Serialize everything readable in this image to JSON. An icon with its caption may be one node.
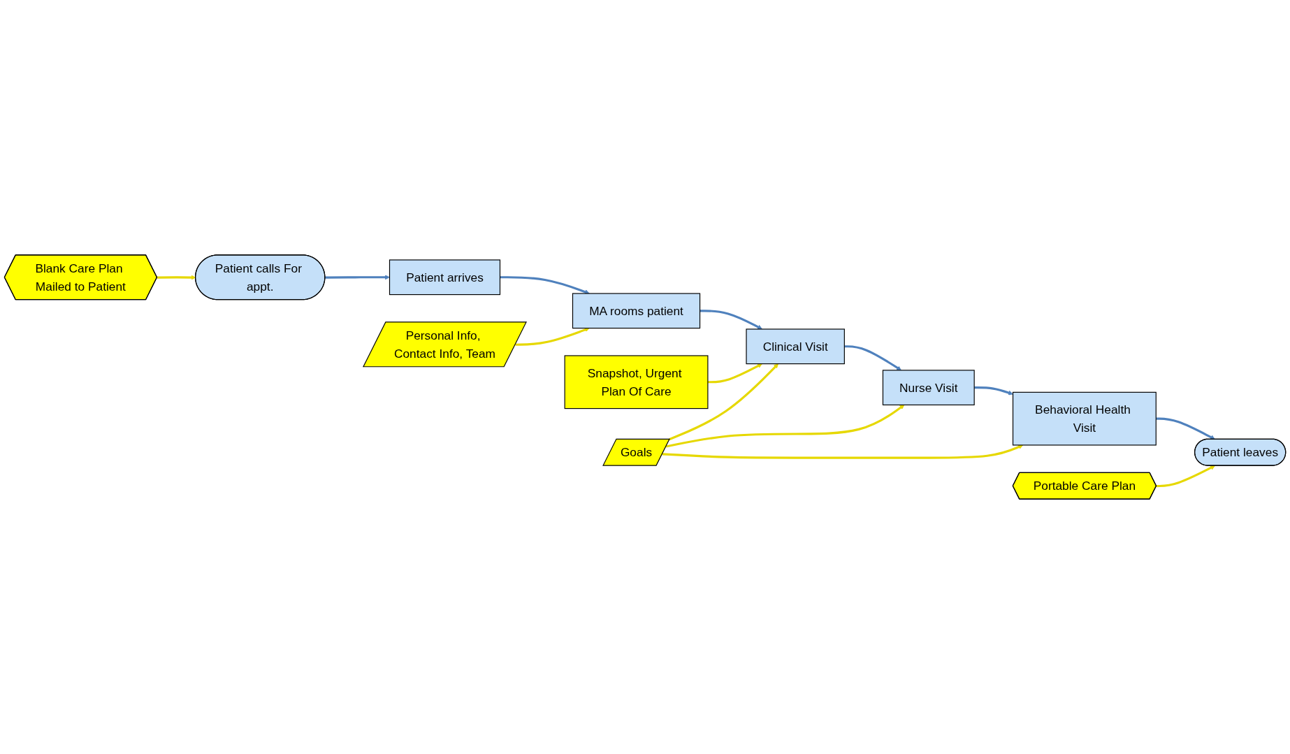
{
  "diagram": {
    "nodes": [
      {
        "text": [
          "Patient calls For appt."
        ]
      },
      {
        "text": [
          "Patient arrives"
        ]
      },
      {
        "text": [
          "MA rooms patient"
        ]
      },
      {
        "text": [
          "Clinical Visit"
        ]
      },
      {
        "text": [
          "Blank Care Plan Mailed to Patient"
        ]
      },
      {
        "text": [
          "Personal Info, Contact Info, Team"
        ]
      },
      {
        "text": [
          "Snapshot, Urgent Plan Of Care"
        ]
      },
      {
        "text": [
          "Nurse Visit"
        ]
      },
      {
        "text": [
          "Goals"
        ]
      },
      {
        "text": [
          "Portable Care Plan"
        ]
      },
      {
        "text": [
          "Patient leaves"
        ]
      },
      {
        "text": [
          "Behavioral Health Visit"
        ]
      }
    ],
    "edges": [
      {
        "from": 0,
        "to": 1,
        "arrow": "to",
        "color": "#4f81bd"
      },
      {
        "from": 1,
        "to": 2,
        "arrow": "to",
        "color": "#4f81bd"
      },
      {
        "from": 2,
        "to": 3,
        "arrow": "to",
        "color": "#4f81bd"
      },
      {
        "from": 3,
        "to": 7,
        "arrow": "to",
        "color": "#4f81bd"
      },
      {
        "from": 7,
        "to": 11,
        "arrow": "to",
        "color": "#4f81bd"
      },
      {
        "from": 11,
        "to": 10,
        "arrow": "to",
        "color": "#4f81bd"
      },
      {
        "from": 4,
        "to": 0,
        "arrow": "to"
      },
      {
        "from": 5,
        "to": 2,
        "arrow": "to"
      },
      {
        "from": 6,
        "to": 3,
        "arrow": "to"
      },
      {
        "from": 8,
        "to": 3,
        "arrow": "to"
      },
      {
        "from": 8,
        "to": 7,
        "arrow": "to"
      },
      {
        "from": 8,
        "to": 11,
        "arrow": "to"
      },
      {
        "from": 9,
        "to": 10,
        "arrow": "to"
      }
    ]
  }
}
